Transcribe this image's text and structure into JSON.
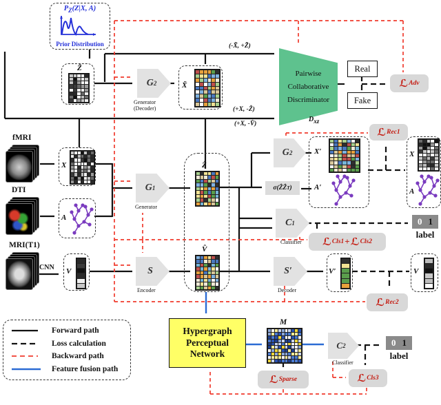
{
  "colors": {
    "discriminator_green": "#5ec28e",
    "hypergraph_yellow": "#ffff66",
    "loss_red": "#c41a10",
    "loss_box_gray": "#d8d8d8",
    "prior_blue": "#2430d8",
    "fusion_blue": "#2b6bd4",
    "backward_red": "#f03a2d",
    "graph_purple": "#7a3bbf",
    "label_box_gray": "#8a8a8a",
    "palettes": {
      "grayscale": [
        "#111111",
        "#3a3a3a",
        "#6a6a6a",
        "#9a9a9a",
        "#c8c8c8",
        "#efefef",
        "#ffffff",
        "#2a2a2a",
        "#bdbdbd"
      ],
      "colorful": [
        "#4a78c0",
        "#7fb2e0",
        "#e8a13c",
        "#d9c79a",
        "#5a9e4c",
        "#a8d08d",
        "#f0ead6",
        "#c0504d",
        "#f2e394",
        "#ffffff",
        "#2f2f2f",
        "#76b4d8"
      ],
      "blueyellow": [
        "#2a52b0",
        "#4a7ad0",
        "#f2d838",
        "#ffffff",
        "#c8d4ee",
        "#8ea8d8",
        "#f8ec9a",
        "#1d3f8f"
      ]
    }
  },
  "prior": {
    "p": "P",
    "p_sub": "Z",
    "args": "(Z|X, A)",
    "caption": "Prior Distribution"
  },
  "pair_labels": {
    "top": "(-X̃, +Z̃)",
    "upper": "(+X, -Ẑ)",
    "lower": "(+X, -V̂)"
  },
  "inputs": {
    "fmri": "fMRI",
    "dti": "DTI",
    "mri": "MRI(T1)",
    "cnn": "CNN"
  },
  "vars": {
    "z_tilde": "Z̃",
    "x_tilde": "X̃",
    "x": "X",
    "a": "A",
    "v": "V",
    "z_hat": "Ẑ",
    "v_hat": "V̂",
    "x_prime": "X′",
    "a_prime": "A′",
    "v_prime": "V′",
    "x_real": "X",
    "a_real": "A",
    "v_real": "V",
    "m": "M"
  },
  "blocks": {
    "g2_top": {
      "label": "G",
      "sub": "2",
      "caption1": "Generator",
      "caption2": "(Decoder)"
    },
    "g1": {
      "label": "G",
      "sub": "1",
      "caption": "Generator"
    },
    "s": {
      "label": "S",
      "caption": "Encoder"
    },
    "g2_right": {
      "label": "G",
      "sub": "2"
    },
    "sigma": {
      "pre": "σ(ẐẐ",
      "sup": "T",
      "post": ")"
    },
    "c1": {
      "label": "C",
      "sub": "1",
      "caption": "Classifier"
    },
    "s_prime": {
      "label": "S′",
      "caption": "Decoder"
    },
    "c2": {
      "label": "C",
      "sub": "2",
      "caption": "Classifier"
    },
    "discriminator": {
      "line1": "Pairwise",
      "line2": "Collaborative",
      "line3": "Discriminator",
      "d": "D",
      "d_sub": "xz"
    },
    "real": "Real",
    "fake": "Fake",
    "hypergraph": {
      "line1": "Hypergraph",
      "line2": "Perceptual",
      "line3": "Network"
    }
  },
  "losses": {
    "script": "ℒ",
    "adv": "Adv",
    "rec1": "Rec1",
    "cls1": "Cls1",
    "plus": "+",
    "cls2": "Cls2",
    "rec2": "Rec2",
    "sparse": "Sparse",
    "cls3": "Cls3"
  },
  "label01": {
    "zero": "0",
    "one": "1",
    "caption": "label"
  },
  "legend": {
    "items": [
      {
        "style": "solid-black",
        "text": "Forward path"
      },
      {
        "style": "dashed-black",
        "text": "Loss calculation"
      },
      {
        "style": "dashed-red",
        "text": "Backward path"
      },
      {
        "style": "solid-blue",
        "text": "Feature fusion path"
      }
    ]
  },
  "matrices": {
    "z_tilde": {
      "rows": 8,
      "cols": 5,
      "palette": "grayscale",
      "seed": 11
    },
    "x_tilde": {
      "rows": 9,
      "cols": 6,
      "palette": "colorful",
      "seed": 22
    },
    "x_in": {
      "rows": 9,
      "cols": 7,
      "palette": "grayscale",
      "seed": 33
    },
    "v_in": {
      "rows": 6,
      "cols": 1,
      "palette": "grayscale",
      "seed": 44
    },
    "z_hat": {
      "rows": 9,
      "cols": 6,
      "palette": "colorful",
      "seed": 55
    },
    "v_hat": {
      "rows": 9,
      "cols": 6,
      "palette": "colorful",
      "seed": 66
    },
    "x_prime": {
      "rows": 9,
      "cols": 7,
      "palette": "colorful",
      "seed": 77
    },
    "v_prime": {
      "rows": 6,
      "cols": 1,
      "palette": "colorful",
      "seed": 88
    },
    "x_real": {
      "rows": 9,
      "cols": 5,
      "palette": "grayscale",
      "seed": 99
    },
    "v_real": {
      "rows": 6,
      "cols": 1,
      "palette": "grayscale",
      "seed": 111
    },
    "m": {
      "rows": 10,
      "cols": 10,
      "palette": "blueyellow",
      "seed": 122
    }
  }
}
